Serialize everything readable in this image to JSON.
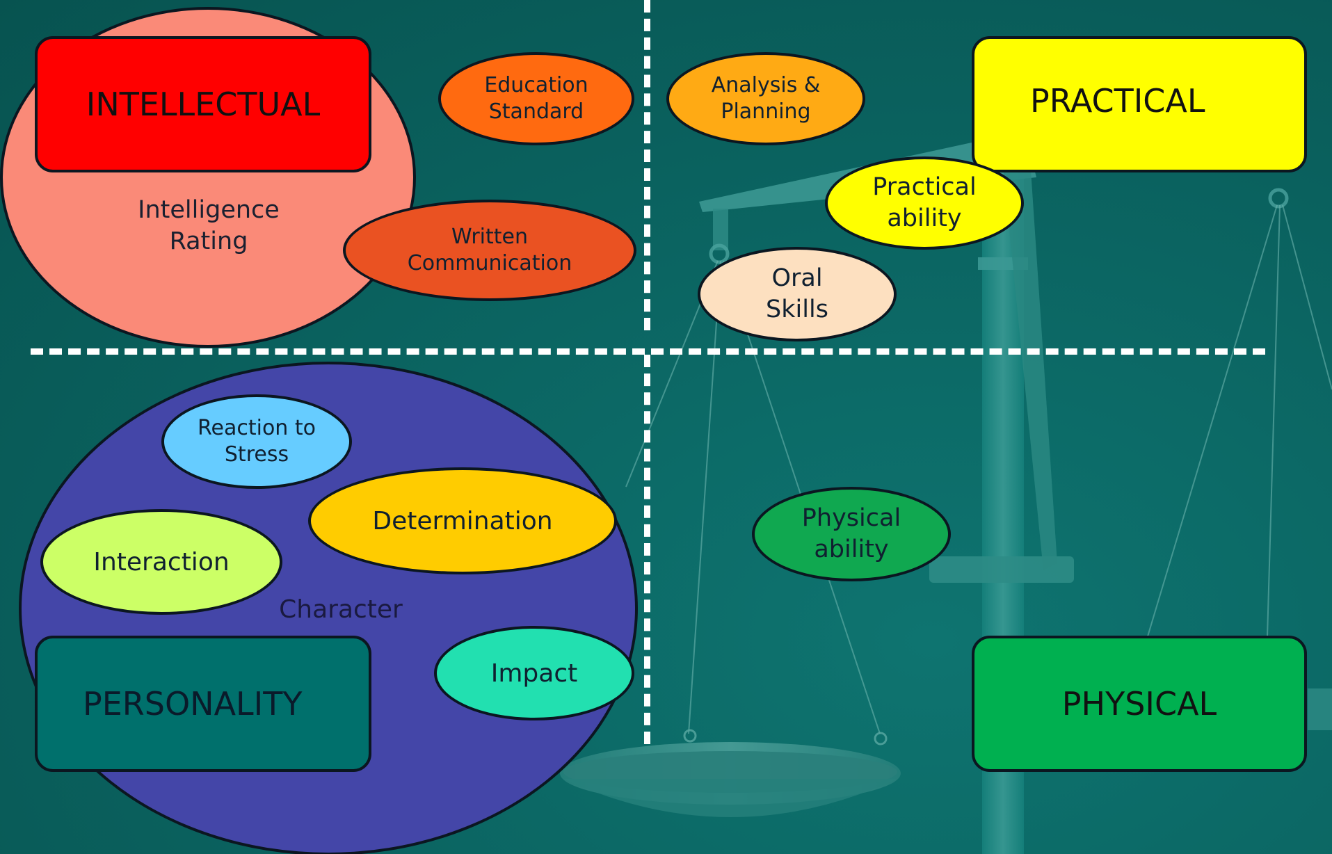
{
  "categories": {
    "intellectual": "INTELLECTUAL",
    "practical": "PRACTICAL",
    "personality": "PERSONALITY",
    "physical": "PHYSICAL"
  },
  "groups": {
    "intelligence_rating": "Intelligence Rating",
    "character": "Character"
  },
  "qualities": {
    "education_standard": "Education Standard",
    "analysis_planning": "Analysis & Planning",
    "written_communication": "Written Communication",
    "practical_ability": "Practical ability",
    "oral_skills": "Oral Skills",
    "reaction_to_stress": "Reaction to Stress",
    "determination": "Determination",
    "interaction": "Interaction",
    "impact": "Impact",
    "physical_ability": "Physical ability"
  },
  "colors": {
    "intellectual": "#ff0000",
    "intelligence_rating": "#fa8a78",
    "practical": "#ffff00",
    "character": "#4446a8",
    "personality": "#00706c",
    "physical": "#00b050",
    "education_standard": "#ff6a10",
    "analysis_planning": "#ffaa14",
    "written_communication": "#ea5222",
    "practical_ability": "#ffff00",
    "oral_skills": "#fde0c0",
    "reaction_to_stress": "#66ccff",
    "determination": "#ffcc00",
    "interaction": "#ccff66",
    "impact": "#22e0b0",
    "physical_ability": "#10a850"
  }
}
